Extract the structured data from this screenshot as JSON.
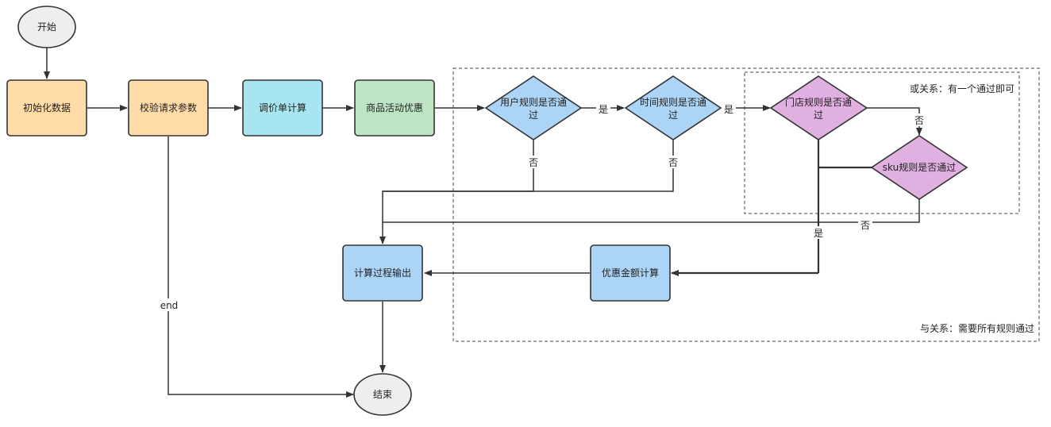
{
  "colors": {
    "ellipse": "#eeeeee",
    "orange": "#ffdba8",
    "cyan": "#a7e6f0",
    "green": "#bde5c4",
    "blue": "#abd4f6",
    "purple": "#e0b0e0"
  },
  "nodes": {
    "start": "开始",
    "init": "初始化数据",
    "validate": "校验请求参数",
    "calc_price": "调价单计算",
    "activity": "商品活动优惠",
    "user_rule": [
      "用户规则是否通",
      "过"
    ],
    "time_rule": [
      "时间规则是否通",
      "过"
    ],
    "store_rule": [
      "门店规则是否通",
      "过"
    ],
    "sku_rule": "sku规则是否通过",
    "discount_calc": "优惠金额计算",
    "output": "计算过程输出",
    "end": "结束"
  },
  "edge_labels": {
    "end_label": "end",
    "user_no": "否",
    "user_yes": "是",
    "time_no": "否",
    "time_yes": "是",
    "store_no": "否",
    "sku_no": "否",
    "or_yes": "是"
  },
  "groups": {
    "and_group": "与关系：需要所有规则通过",
    "or_group": "或关系：有一个通过即可"
  }
}
